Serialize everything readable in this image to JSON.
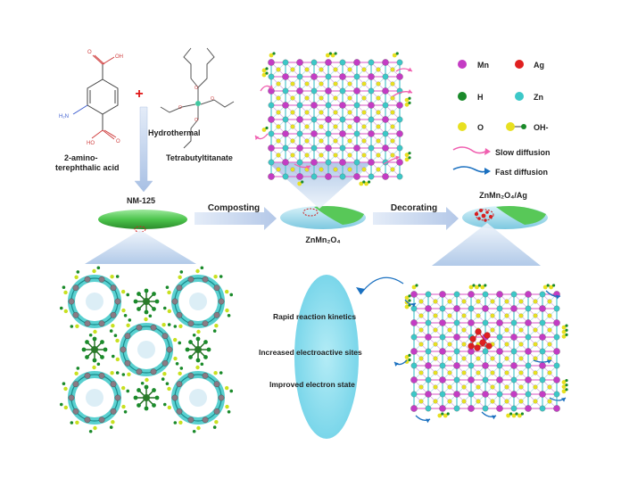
{
  "reagents": {
    "amine_label_line1": "2-amino-",
    "amine_label_line2": "terephthalic acid",
    "titanate_label": "Tetrabutyltitanate",
    "plus_sign": "+"
  },
  "steps": {
    "hydrothermal": "Hydrothermal",
    "composting": "Composting",
    "decorating": "Decorating"
  },
  "materials": {
    "nm125": "NM-125",
    "znmn2o4": "ZnMn₂O₄",
    "znmn2o4_ag": "ZnMn₂O₄/Ag"
  },
  "legend": {
    "mn": "Mn",
    "ag": "Ag",
    "h": "H",
    "zn": "Zn",
    "o": "O",
    "oh": "OH-",
    "slow": "Slow diffusion",
    "fast": "Fast diffusion"
  },
  "benefits": [
    "Rapid reaction kinetics",
    "Increased electroactive sites",
    "Improved electron state"
  ],
  "colors": {
    "mn": "#c43cc4",
    "ag": "#e02020",
    "h": "#1a8a2a",
    "zn": "#3cc8c8",
    "o": "#e8e020",
    "slow_arrow": "#f060b0",
    "fast_arrow": "#1a70c0",
    "ellipse_green": "#4cc44c",
    "ellipse_blue": "#9fdcec",
    "benefit_ellipse": "#8ee0f0",
    "flow_arrow": "#c8d8ee"
  }
}
